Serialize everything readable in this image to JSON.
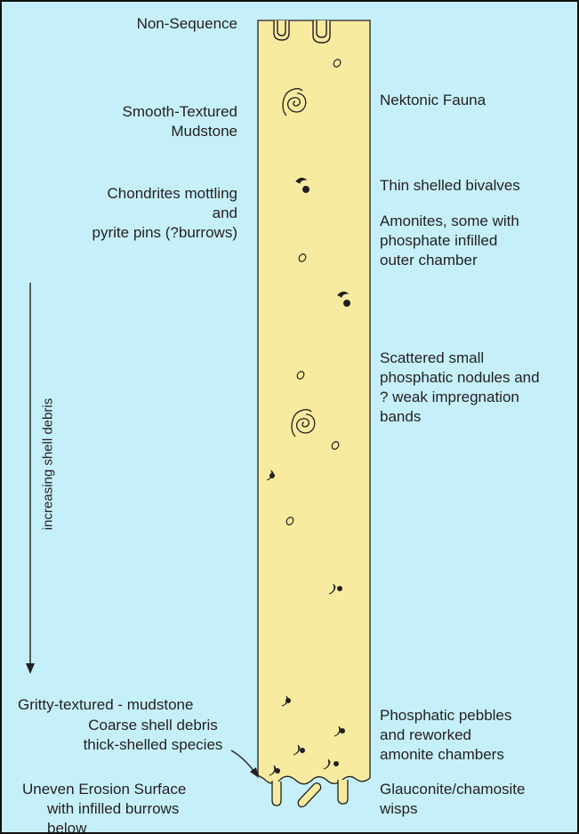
{
  "left_labels": {
    "non_sequence": [
      "Non-Sequence"
    ],
    "smooth_mudstone": [
      "Smooth-Textured",
      "Mudstone"
    ],
    "chondrites": [
      "Chondrites mottling",
      "and",
      "pyrite pins (?burrows)"
    ],
    "gritty": [
      "Gritty-textured - mudstone"
    ],
    "coarse_shell": [
      "Coarse shell debris",
      "thick-shelled species"
    ],
    "erosion": [
      "Uneven Erosion Surface",
      "with infilled burrows",
      "below"
    ]
  },
  "right_labels": {
    "nektonic": [
      "Nektonic Fauna"
    ],
    "bivalves": [
      "Thin shelled bivalves"
    ],
    "amonites": [
      "Amonites, some with",
      "phosphate infilled",
      "outer chamber"
    ],
    "nodules": [
      "Scattered small",
      "phosphatic nodules and",
      "? weak impregnation",
      "bands"
    ],
    "pebbles": [
      "Phosphatic pebbles",
      "and reworked",
      "amonite chambers"
    ],
    "glauconite": [
      "Glauconite/chamosite",
      "wisps"
    ]
  },
  "trend_label": "increasing shell debris",
  "colors": {
    "background": "#c6f0f9",
    "column_fill": "#f8eba0",
    "outline": "#231f20"
  }
}
